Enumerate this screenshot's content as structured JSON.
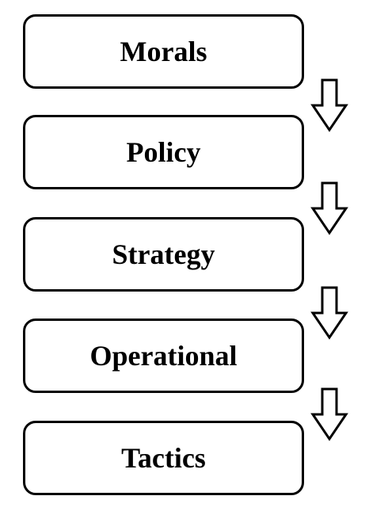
{
  "diagram": {
    "steps": [
      {
        "label": "Morals"
      },
      {
        "label": "Policy"
      },
      {
        "label": "Strategy"
      },
      {
        "label": "Operational"
      },
      {
        "label": "Tactics"
      }
    ],
    "arrows": [
      {
        "icon": "down-arrow-icon",
        "from": "Morals",
        "to": "Policy"
      },
      {
        "icon": "down-arrow-icon",
        "from": "Policy",
        "to": "Strategy"
      },
      {
        "icon": "down-arrow-icon",
        "from": "Strategy",
        "to": "Operational"
      },
      {
        "icon": "down-arrow-icon",
        "from": "Operational",
        "to": "Tactics"
      }
    ],
    "colors": {
      "stroke": "#000000",
      "fill": "#ffffff",
      "text": "#000000"
    }
  }
}
